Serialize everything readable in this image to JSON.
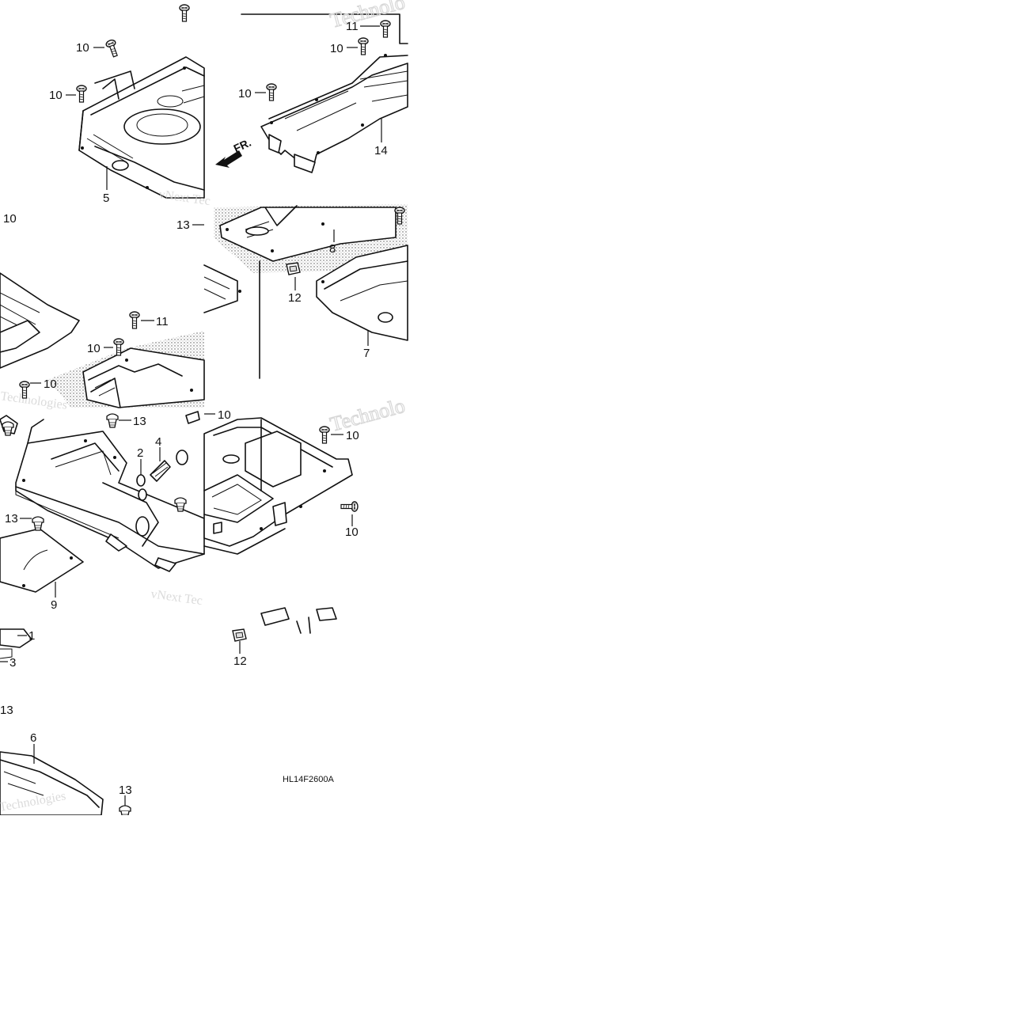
{
  "diagram": {
    "code": "HL14F2600A",
    "front_arrow": "FR.",
    "watermark": {
      "lines": [
        "vNext Tec",
        "Technologies",
        "Technolo"
      ]
    },
    "callouts": [
      {
        "id": "c1",
        "label": "1"
      },
      {
        "id": "c2",
        "label": "2"
      },
      {
        "id": "c3",
        "label": "3"
      },
      {
        "id": "c4",
        "label": "4"
      },
      {
        "id": "c5",
        "label": "5"
      },
      {
        "id": "c6",
        "label": "6"
      },
      {
        "id": "c7",
        "label": "7"
      },
      {
        "id": "c8",
        "label": "8"
      },
      {
        "id": "c9",
        "label": "9"
      },
      {
        "id": "c10a",
        "label": "10"
      },
      {
        "id": "c10b",
        "label": "10"
      },
      {
        "id": "c10c",
        "label": "10"
      },
      {
        "id": "c10d",
        "label": "10"
      },
      {
        "id": "c10e",
        "label": "10"
      },
      {
        "id": "c10f",
        "label": "10"
      },
      {
        "id": "c10g",
        "label": "10"
      },
      {
        "id": "c10h",
        "label": "10"
      },
      {
        "id": "c10i",
        "label": "10"
      },
      {
        "id": "c10j",
        "label": "10"
      },
      {
        "id": "c10k",
        "label": "10"
      },
      {
        "id": "c11a",
        "label": "11"
      },
      {
        "id": "c11b",
        "label": "11"
      },
      {
        "id": "c12a",
        "label": "12"
      },
      {
        "id": "c12b",
        "label": "12"
      },
      {
        "id": "c13a",
        "label": "13"
      },
      {
        "id": "c13b",
        "label": "13"
      },
      {
        "id": "c13c",
        "label": "13"
      },
      {
        "id": "c13d",
        "label": "13"
      },
      {
        "id": "c13e",
        "label": "13"
      },
      {
        "id": "c14",
        "label": "14"
      }
    ]
  }
}
